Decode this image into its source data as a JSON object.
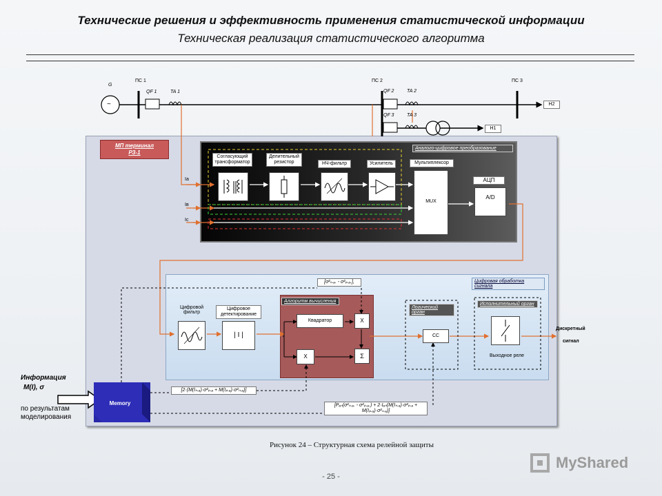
{
  "header": {
    "title": "Технические решения и эффективность применения статистической информации",
    "subtitle": "Техническая реализация статистического алгоритма"
  },
  "grid": {
    "ps1": "ПС 1",
    "ps2": "ПС 2",
    "ps3": "ПС 3",
    "g": "G",
    "gen_symbol": "~",
    "qf1": "QF 1",
    "ta1": "TA 1",
    "qf2": "QF 2",
    "ta2": "TA 2",
    "qf3": "QF 3",
    "ta3": "TA 3",
    "h2": "H2",
    "h1": "H1"
  },
  "terminal": {
    "name_line1": "МП терминал",
    "name_line2": "РЗ-1",
    "analog_section": "Аналого-цифровое преобразование",
    "matching_transformer": "Согласующий трансформатор",
    "divider_resistor": "Делительный резистор",
    "lpf": "НЧ-фильтр",
    "amplifier": "Усилитель",
    "multiplexer": "Мультиплексор",
    "mux": "MUX",
    "adc": "АЦП",
    "ad": "A/D",
    "current_a": "Iа",
    "current_b": "Iв",
    "current_c": "Iс"
  },
  "digital": {
    "section": "Цифровая обработка сигнала",
    "digital_filter": "Цифровой фильтр",
    "digital_detect": "Цифровое детектирование",
    "abs_value": "| I |",
    "algorithm": "Алгоритм вычисления",
    "square": "Квадратор",
    "mult1": "X",
    "mult2": "X",
    "sum": "Σ",
    "logic_organ": "Логический орган",
    "cc": "СС",
    "exec_organ": "Исполнительный орган",
    "output_relay": "Выходное реле",
    "discrete_l1": "Дискретный",
    "discrete_l2": "сигнал",
    "formula_top": "[σ²ₙ.ₐ. - σ²ₚ.ₐ.],",
    "formula_mid": "[2·(M(Iₙ.ₐ)·σ²ₚ.ₐ + M(Iₚ.ₐ)·σ²ₙ.ₐ)]",
    "formula_bot_l1": "[Pₐₙ(σ²ₙ.ₐ. - σ²ₚ.ₐ.) + 2·Iₐₙ(M(Iₙ.ₐ)·σ²ₚ.ₐ +",
    "formula_bot_l2": "M(Iₚ.ₐ)·σ²ₙ.ₐ)]"
  },
  "info": {
    "title": "Информация",
    "params": "M(I), σ",
    "source_l1": "по результатам",
    "source_l2": "моделирования",
    "memory": "Memory"
  },
  "footer": {
    "caption": "Рисунок 24 – Структурная схема релейной защиты",
    "page": "- 25 -",
    "watermark": "MyShared"
  }
}
